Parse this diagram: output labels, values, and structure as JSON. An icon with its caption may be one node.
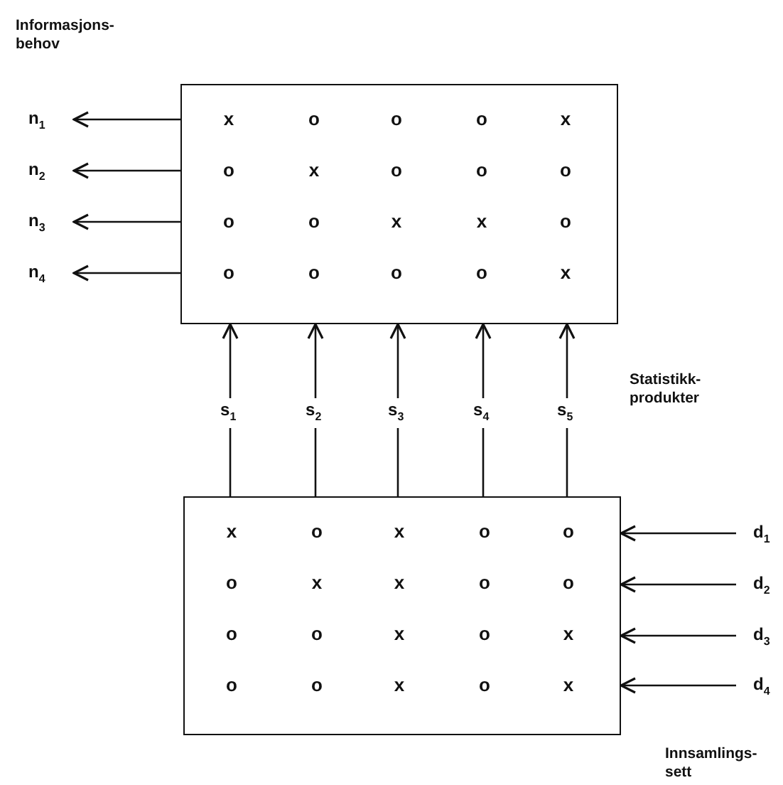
{
  "diagram": {
    "nodes": [
      {
        "text": [
          "x",
          "o",
          "o",
          "o",
          "x",
          "o",
          "x",
          "o",
          "o",
          "o",
          "o",
          "o",
          "x",
          "x",
          "o",
          "o",
          "o",
          "o",
          "o",
          "x"
        ]
      },
      {
        "text": [
          "x",
          "o",
          "x",
          "o",
          "o",
          "o",
          "x",
          "x",
          "o",
          "o",
          "o",
          "o",
          "x",
          "o",
          "x",
          "o",
          "o",
          "x",
          "o",
          "x"
        ]
      },
      {
        "text": [
          "n$_{1}$"
        ]
      },
      {
        "text": [
          "n$_{2}$"
        ]
      },
      {
        "text": [
          "n$_{3}$"
        ]
      },
      {
        "text": [
          "n$_{4}$"
        ]
      },
      {
        "text": [
          "d$_{1}$"
        ]
      },
      {
        "text": [
          "d$_{2}$"
        ]
      },
      {
        "text": [
          "d$_{3}$"
        ]
      },
      {
        "text": [
          "d$_{4}$"
        ]
      }
    ],
    "edges": [
      {
        "from": 0,
        "to": 2,
        "arrow": "to"
      },
      {
        "from": 0,
        "to": 3,
        "arrow": "to"
      },
      {
        "from": 0,
        "to": 4,
        "arrow": "to"
      },
      {
        "from": 0,
        "to": 5,
        "arrow": "to"
      },
      {
        "from": 1,
        "to": 0,
        "arrow": "to",
        "label": "s$_{1}$"
      },
      {
        "from": 1,
        "to": 0,
        "arrow": "to",
        "label": "s$_{2}$"
      },
      {
        "from": 1,
        "to": 0,
        "arrow": "to",
        "label": "s$_{3}$"
      },
      {
        "from": 1,
        "to": 0,
        "arrow": "to",
        "label": "s$_{4}$"
      },
      {
        "from": 1,
        "to": 0,
        "arrow": "to",
        "label": "s$_{5}$"
      },
      {
        "from": 6,
        "to": 1,
        "arrow": "to"
      },
      {
        "from": 7,
        "to": 1,
        "arrow": "to"
      },
      {
        "from": 8,
        "to": 1,
        "arrow": "to"
      },
      {
        "from": 9,
        "to": 1,
        "arrow": "to"
      }
    ],
    "labels": [
      "Informasjons-behov",
      "Statistikk-produkter",
      "Innsamlings-sett"
    ]
  }
}
